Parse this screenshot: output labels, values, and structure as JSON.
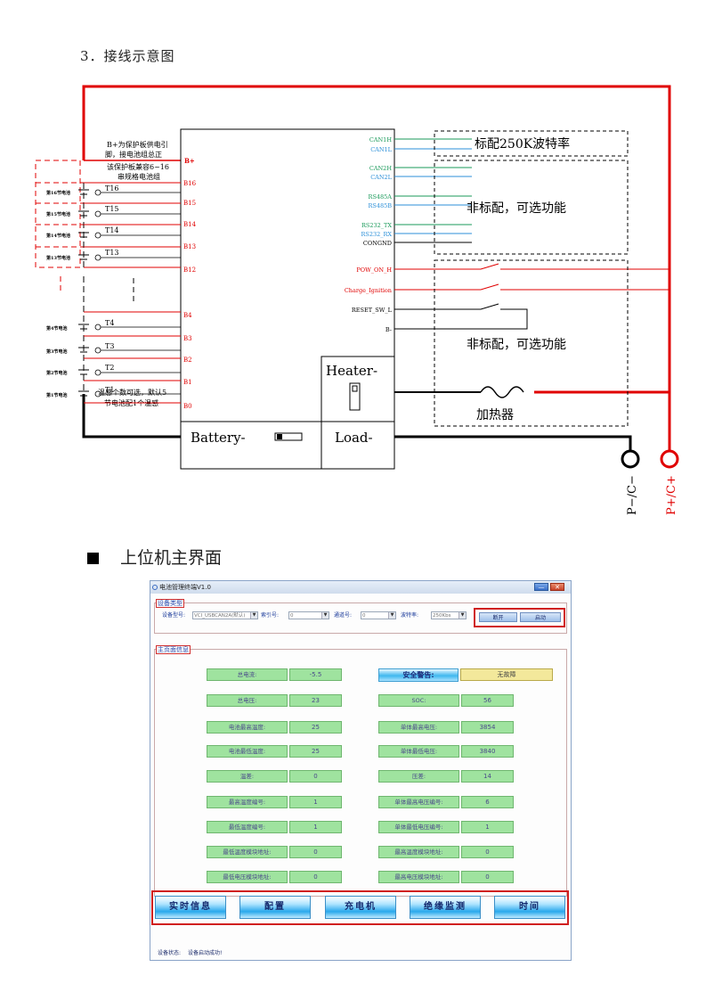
{
  "heading_wiring": "3．接线示意图",
  "heading_ui": "上位机主界面",
  "wiring": {
    "note_top": [
      "B+为保护板供电引",
      "脚，接电池组总正",
      "该保护板兼容6~16",
      "串规格电池组"
    ],
    "note_bottom": [
      "温感个数可选，默认5",
      "节电池配1个温感"
    ],
    "b_plus": "B+",
    "b_pins": [
      "B16",
      "B15",
      "B14",
      "B13",
      "B12",
      "B4",
      "B3",
      "B2",
      "B1",
      "B0"
    ],
    "temp_sensors": [
      "T16",
      "T15",
      "T14",
      "T13",
      "T4",
      "T3",
      "T2",
      "T1"
    ],
    "cells": [
      "第16节电池",
      "第15节电池",
      "第14节电池",
      "第13节电池",
      "第4节电池",
      "第3节电池",
      "第2节电池",
      "第1节电池"
    ],
    "signals_can": [
      "CAN1H",
      "CAN1L",
      "CAN2H",
      "CAN2L"
    ],
    "signals_rs485": [
      "RS485A",
      "RS485B"
    ],
    "signals_rs232": [
      "RS232_TX",
      "RS232_RX"
    ],
    "congnd": "CONGND",
    "pow_on": "POW_ON_H",
    "charge_ignition": "Charge_Ignition",
    "reset": "RESET_SW_L",
    "b_minus": "B-",
    "standard_label": "标配250K波特率",
    "optional_label_1": "非标配，可选功能",
    "optional_label_2": "非标配，可选功能",
    "heater_label": "加热器",
    "heater_port": "Heater-",
    "battery_port": "Battery-",
    "load_port": "Load-",
    "p_minus": "P−/C−",
    "p_plus": "P+/C+",
    "colors": {
      "red": "#e00000",
      "green": "#1a9a5a",
      "blue": "#2b8fd8"
    }
  },
  "app": {
    "title": "电池管理终端V1.0",
    "device_group": "设备类型",
    "device_model_label": "设备型号:",
    "device_model_value": "VCI_USBCAN2A(默认)",
    "index_label": "索引号:",
    "index_value": "0",
    "channel_label": "通道号:",
    "channel_value": "0",
    "baud_label": "波特率:",
    "baud_value": "250Kbs",
    "disconnect_label": "断开",
    "start_label": "启动",
    "main_group": "主页面信息",
    "warning_label": "安全警告:",
    "warning_value": "无故障",
    "left_fields": [
      {
        "label": "总电流:",
        "value": "-5.5"
      },
      {
        "label": "总电压:",
        "value": "23"
      },
      {
        "label": "电池最高温度:",
        "value": "25"
      },
      {
        "label": "电池最低温度:",
        "value": "25"
      },
      {
        "label": "温差:",
        "value": "0"
      },
      {
        "label": "最高温度编号:",
        "value": "1"
      },
      {
        "label": "最低温度编号:",
        "value": "1"
      },
      {
        "label": "最低温度模块地址:",
        "value": "0"
      },
      {
        "label": "最低电压模块地址:",
        "value": "0"
      }
    ],
    "right_fields": [
      {
        "label": "SOC:",
        "value": "56"
      },
      {
        "label": "单体最高电压:",
        "value": "3854"
      },
      {
        "label": "单体最低电压:",
        "value": "3840"
      },
      {
        "label": "压差:",
        "value": "14"
      },
      {
        "label": "单体最高电压编号:",
        "value": "6"
      },
      {
        "label": "单体最低电压编号:",
        "value": "1"
      },
      {
        "label": "最高温度模块地址:",
        "value": "0"
      },
      {
        "label": "最高电压模块地址:",
        "value": "0"
      }
    ],
    "bottom_buttons": [
      "实时信息",
      "配置",
      "充电机",
      "绝缘监测",
      "时间"
    ],
    "status_label": "设备状态:",
    "status_value": "设备启动成功!"
  }
}
